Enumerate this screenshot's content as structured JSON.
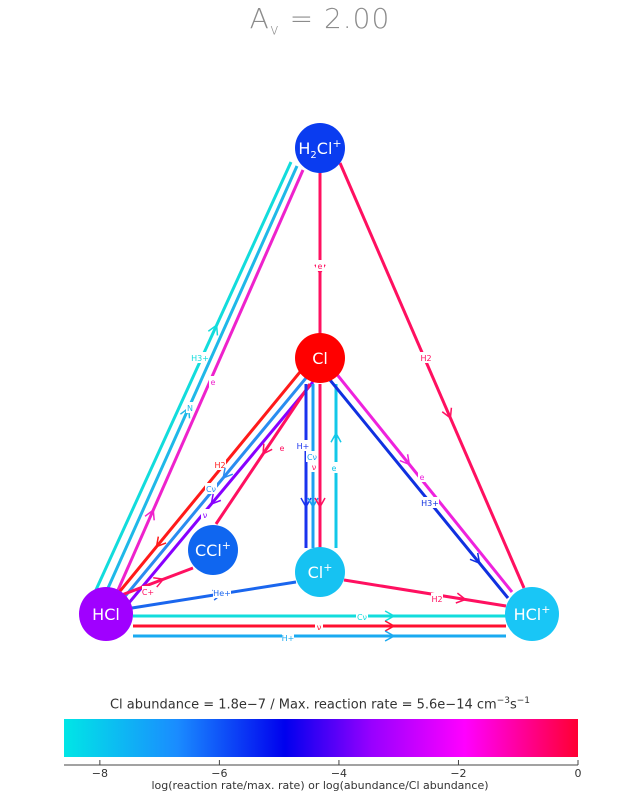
{
  "title": {
    "prefix": "A",
    "sub": "v",
    "value": "= 2.00"
  },
  "caption": {
    "lead": "Cl abundance = 1.8e−7 / Max. reaction rate = 5.6e−14 cm",
    "exp1": "−3",
    "mid": "s",
    "exp2": "−1"
  },
  "colorbar": {
    "ticks": [
      "−8",
      "−6",
      "−4",
      "−2",
      "0"
    ],
    "tick_values": [
      -8,
      -6,
      -4,
      -2,
      0
    ],
    "range": [
      -8.6,
      0
    ],
    "xlabel": "log(reaction rate/max. rate) or log(abundance/Cl abundance)",
    "colors": [
      "#00e6e6",
      "#1a8cff",
      "#0000ee",
      "#9900ff",
      "#ff00ff",
      "#ff0033"
    ]
  },
  "nodes": [
    {
      "id": "H2Cl+",
      "base": "H",
      "sub": "2",
      "main": "Cl",
      "sup": "+",
      "color": "#0a3cf0"
    },
    {
      "id": "Cl",
      "base": "Cl",
      "sub": "",
      "main": "",
      "sup": "",
      "color": "#ff0000"
    },
    {
      "id": "CCl+",
      "base": "CCl",
      "sub": "",
      "main": "",
      "sup": "+",
      "color": "#0f66f0"
    },
    {
      "id": "Cl+",
      "base": "Cl",
      "sub": "",
      "main": "",
      "sup": "+",
      "color": "#16c2f2"
    },
    {
      "id": "HCl",
      "base": "HCl",
      "sub": "",
      "main": "",
      "sup": "",
      "color": "#a000ff"
    },
    {
      "id": "HCl+",
      "base": "HCl",
      "sub": "",
      "main": "",
      "sup": "+",
      "color": "#19c6f6"
    }
  ],
  "edges": [
    {
      "label": "H3+",
      "color": "#12dcdc"
    },
    {
      "label": "N",
      "color": "#1fb8e8"
    },
    {
      "label": "e",
      "color": "#ee22cc"
    },
    {
      "label": "e",
      "color": "#ff1060"
    },
    {
      "label": "H2",
      "color": "#ff1060"
    },
    {
      "label": "H2",
      "color": "#ff1a1a"
    },
    {
      "label": "Cν",
      "color": "#2a8cf0"
    },
    {
      "label": "ν",
      "color": "#8800ff"
    },
    {
      "label": "e",
      "color": "#ff1060"
    },
    {
      "label": "H+",
      "color": "#1a33ee"
    },
    {
      "label": "Cν",
      "color": "#1ea0f0"
    },
    {
      "label": "ν",
      "color": "#ff1060"
    },
    {
      "label": "e",
      "color": "#12c8e8"
    },
    {
      "label": "e",
      "color": "#ee22dd"
    },
    {
      "label": "H3+",
      "color": "#1030e0"
    },
    {
      "label": "C+",
      "color": "#ff1060"
    },
    {
      "label": "He+",
      "color": "#1a66ee"
    },
    {
      "label": "H2",
      "color": "#ff1060"
    },
    {
      "label": "Cν",
      "color": "#12dcdc"
    },
    {
      "label": "ν",
      "color": "#ff1030"
    },
    {
      "label": "H+",
      "color": "#1aaaf0"
    }
  ]
}
